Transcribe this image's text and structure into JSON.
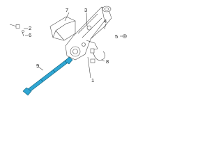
{
  "diagram": {
    "callouts": {
      "c1": "1",
      "c2": "2",
      "c3": "3",
      "c4": "4",
      "c5": "5",
      "c6": "6",
      "c7": "7",
      "c8": "8",
      "c9": "9"
    },
    "colors": {
      "highlight": "#2fa6d3",
      "highlight_dark": "#0f5f78",
      "linework": "#4a4a4a"
    },
    "icons": {
      "steering_column": "steering-column-assembly-icon",
      "intermediate_shaft": "intermediate-shaft-icon",
      "cover": "column-cover-icon",
      "bolts": "bolt-icon",
      "nut": "nut-icon",
      "sensor": "sensor-harness-icon"
    }
  }
}
